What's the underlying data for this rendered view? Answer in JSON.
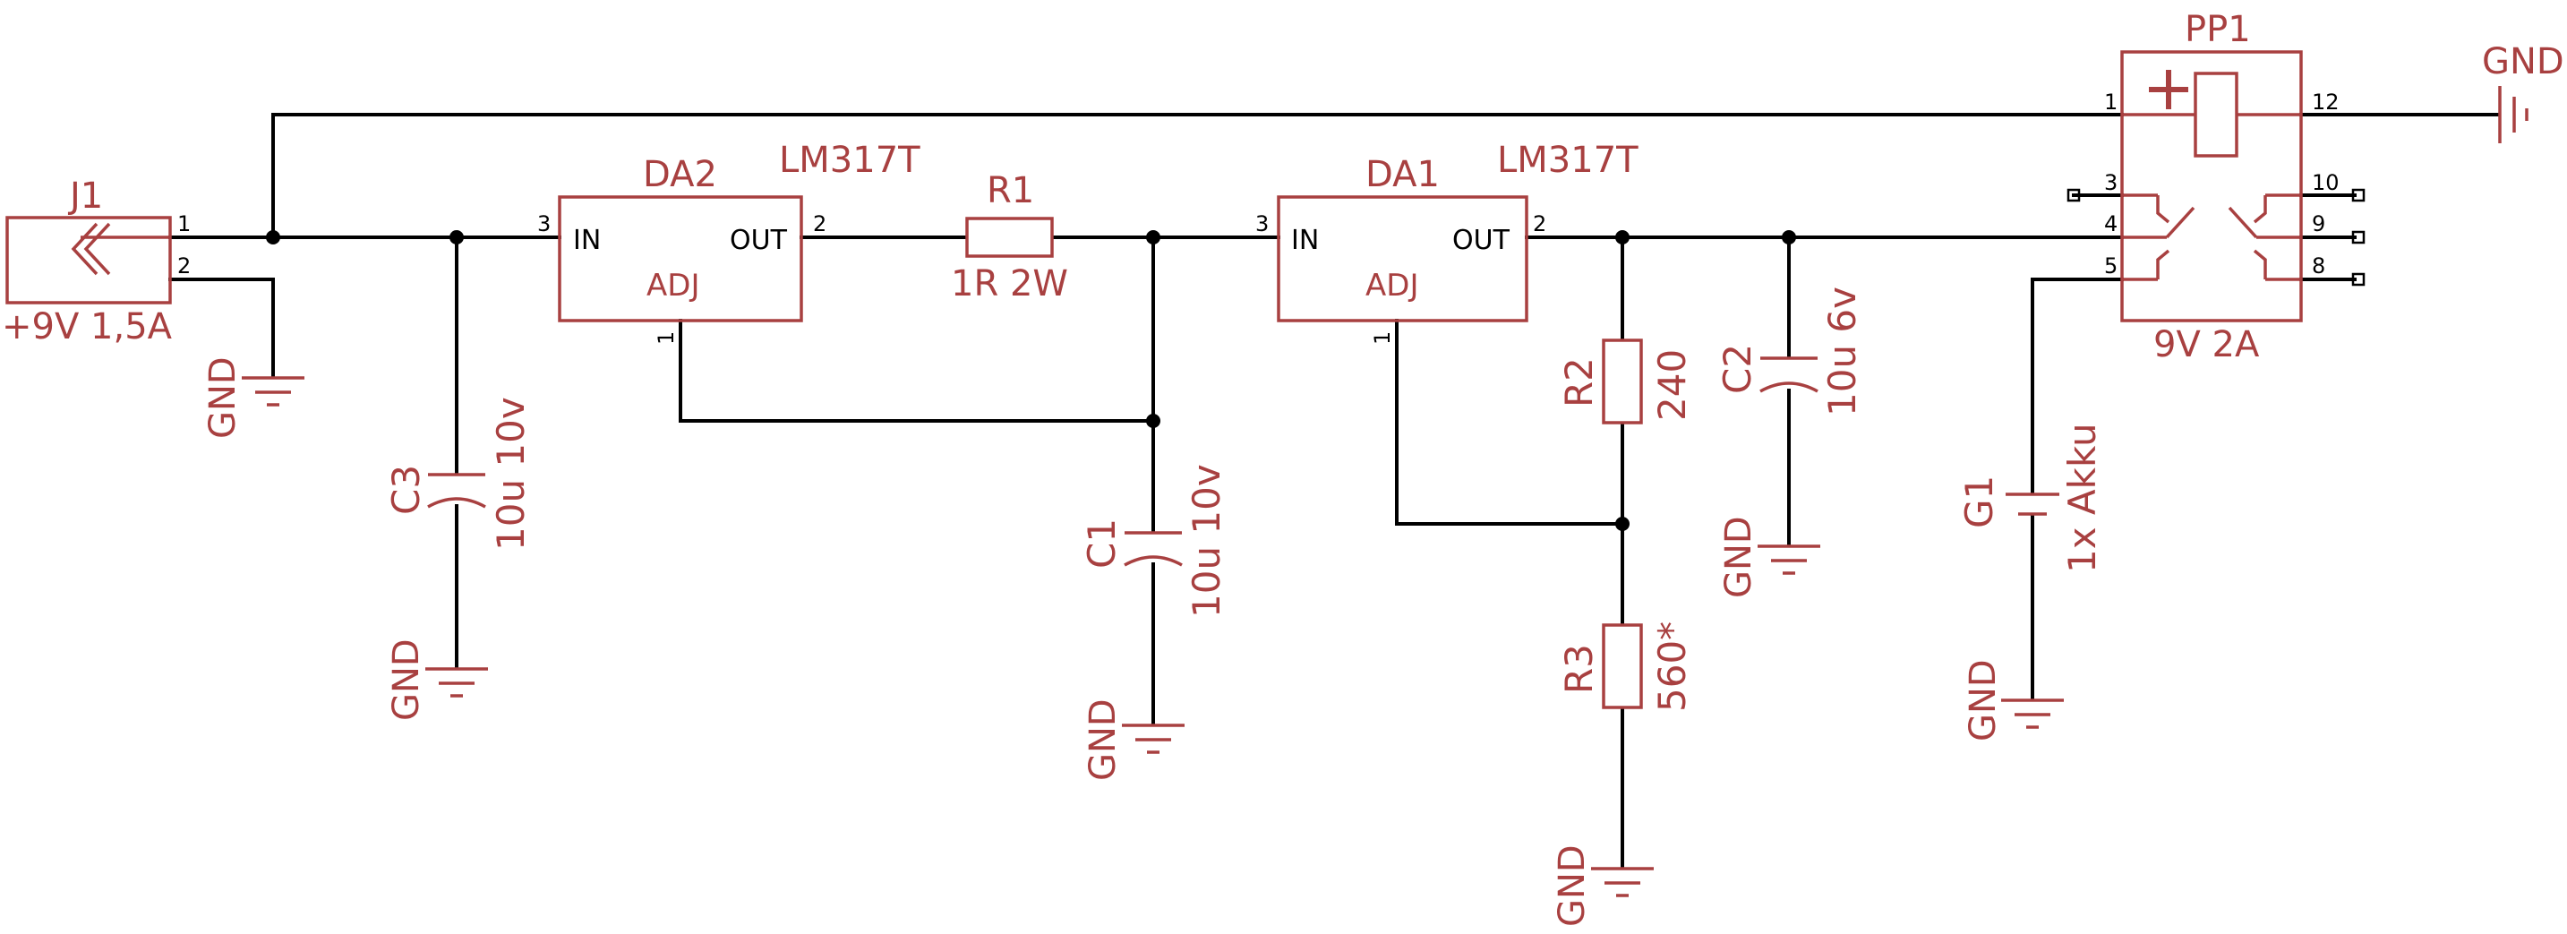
{
  "gnd_label": "GND",
  "components": {
    "J1": {
      "name": "J1",
      "value": "+9V 1,5A",
      "pin1": "1",
      "pin2": "2"
    },
    "DA2": {
      "name": "DA2",
      "type": "LM317T",
      "pin_in": "IN",
      "pin_out": "OUT",
      "pin_adj": "ADJ",
      "pin_in_num": "3",
      "pin_out_num": "2",
      "pin_adj_num": "1"
    },
    "DA1": {
      "name": "DA1",
      "type": "LM317T",
      "pin_in": "IN",
      "pin_out": "OUT",
      "pin_adj": "ADJ",
      "pin_in_num": "3",
      "pin_out_num": "2",
      "pin_adj_num": "1"
    },
    "R1": {
      "name": "R1",
      "value": "1R 2W"
    },
    "R2": {
      "name": "R2",
      "value": "240"
    },
    "R3": {
      "name": "R3",
      "value": "560*"
    },
    "C1": {
      "name": "C1",
      "value": "10u 10v"
    },
    "C2": {
      "name": "C2",
      "value": "10u 6v"
    },
    "C3": {
      "name": "C3",
      "value": "10u 10v"
    },
    "G1": {
      "name": "G1",
      "value": "1x Akku"
    },
    "PP1": {
      "name": "PP1",
      "value": "9V 2A",
      "pins": [
        "1",
        "12",
        "3",
        "4",
        "5",
        "10",
        "9",
        "8"
      ]
    }
  }
}
